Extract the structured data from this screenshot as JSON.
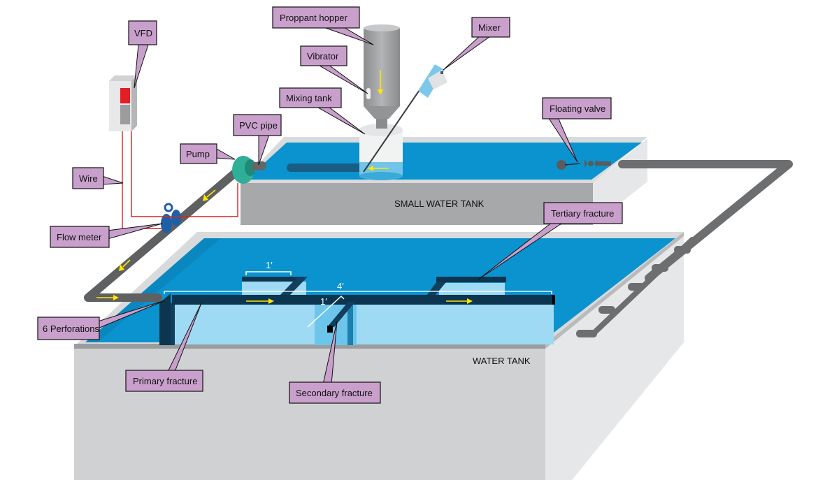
{
  "diagram": {
    "tanks": {
      "small": "SMALL WATER TANK",
      "large": "WATER TANK"
    },
    "dimensions": {
      "tertiary_width": "1′",
      "primary_length": "4′",
      "secondary_length": "1′"
    },
    "labels": {
      "proppant_hopper": "Proppant hopper",
      "mixer": "Mixer",
      "vibrator": "Vibrator",
      "vfd": "VFD",
      "mixing_tank": "Mixing tank",
      "floating_valve": "Floating valve",
      "pvc_pipe": "PVC pipe",
      "pump": "Pump",
      "wire": "Wire",
      "flow_meter": "Flow meter",
      "tertiary_fracture": "Tertiary fracture",
      "six_perforations": "6 Perforations",
      "primary_fracture": "Primary fracture",
      "secondary_fracture": "Secondary fracture"
    },
    "colors": {
      "label_fill": "#c9a0cc",
      "water": "#0a93cf",
      "water_light": "#9fdaf5",
      "fracture_dark": "#0d3550",
      "tank_front": "#d0d1d3",
      "tank_side": "#e6e7e8",
      "pipe": "#5f6062",
      "arrow": "#ffe600",
      "wire": "#e0201e",
      "pump": "#2fae98",
      "flow_meter": "#1f5fa8",
      "vfd_display": "#e31e24"
    }
  }
}
